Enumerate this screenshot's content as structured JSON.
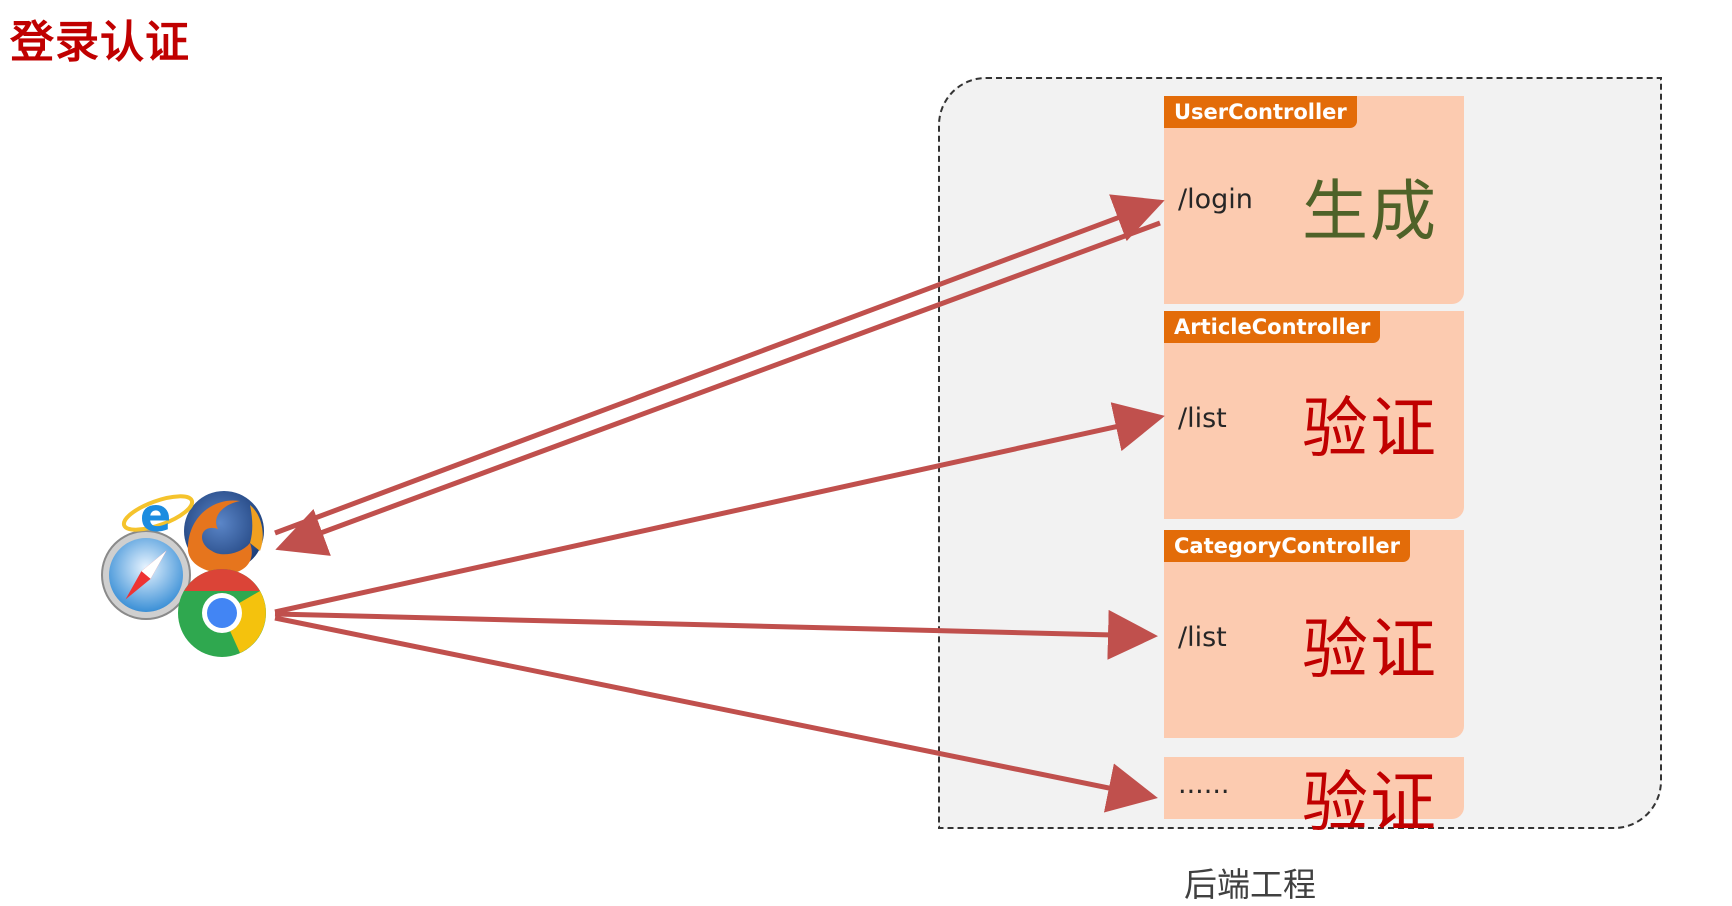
{
  "title": "登录认证",
  "backend_label": "后端工程",
  "controllers": [
    {
      "name": "UserController",
      "route": "/login",
      "action": "生成",
      "kind": "generate"
    },
    {
      "name": "ArticleController",
      "route": "/list",
      "action": "验证",
      "kind": "verify"
    },
    {
      "name": "CategoryController",
      "route": "/list",
      "action": "验证",
      "kind": "verify"
    },
    {
      "name": "",
      "route": "......",
      "action": "验证",
      "kind": "verify"
    }
  ],
  "colors": {
    "title": "#c00000",
    "controller_tag": "#e36c09",
    "controller_body": "#fccbb0",
    "generate_text": "#4f6228",
    "verify_text": "#c00000",
    "arrow": "#c0504d",
    "backend_bg": "#f2f2f2"
  },
  "icons": [
    "internet-explorer-icon",
    "firefox-icon",
    "safari-icon",
    "chrome-icon"
  ]
}
